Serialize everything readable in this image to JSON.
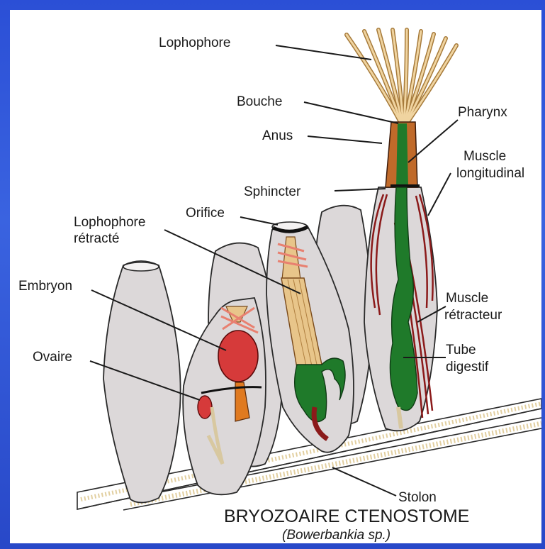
{
  "labels": {
    "lophophore": "Lophophore",
    "bouche": "Bouche",
    "pharynx": "Pharynx",
    "anus": "Anus",
    "muscle_longitudinal_1": "Muscle",
    "muscle_longitudinal_2": "longitudinal",
    "sphincter": "Sphincter",
    "orifice": "Orifice",
    "lophophore_retracte_1": "Lophophore",
    "lophophore_retracte_2": "rétracté",
    "embryon": "Embryon",
    "muscle_retracteur_1": "Muscle",
    "muscle_retracteur_2": "rétracteur",
    "ovaire": "Ovaire",
    "tube_digestif_1": "Tube",
    "tube_digestif_2": "digestif",
    "stolon": "Stolon"
  },
  "title": "BRYOZOAIRE CTENOSTOME",
  "subtitle": "(Bowerbankia sp.)",
  "colors": {
    "background": "#2b4fd6",
    "zooid": "#dcd8d9",
    "gut": "#1f7a2a",
    "muscle": "#8b1a1a",
    "embryo": "#d63a3a",
    "tentacle": "#e8c58a",
    "sphincter_muscle": "#e88070",
    "stolon": "#e8d8b0"
  }
}
